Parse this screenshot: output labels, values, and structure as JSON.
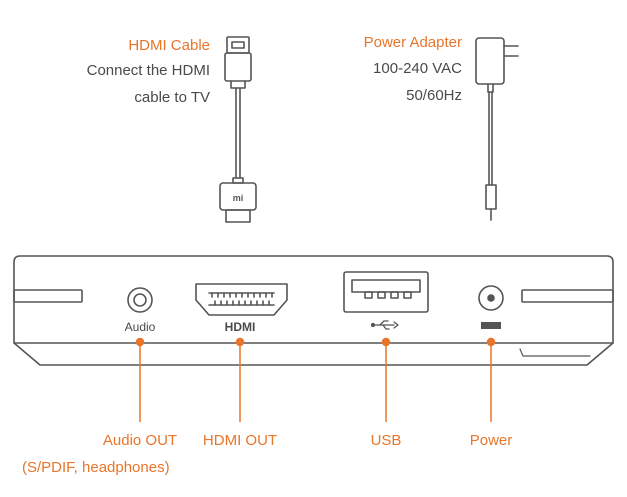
{
  "accessories": {
    "hdmi_cable": {
      "title": "HDMI Cable",
      "desc_line1": "Connect the HDMI",
      "desc_line2": "cable to TV",
      "plug_logo": "mi"
    },
    "power_adapter": {
      "title": "Power Adapter",
      "spec_line1": "100-240 VAC",
      "spec_line2": "50/60Hz"
    }
  },
  "device": {
    "port_labels": {
      "audio": "Audio",
      "hdmi": "HDMI",
      "usb_icon": "usb-icon",
      "power_icon": "dc-power-icon"
    }
  },
  "callouts": {
    "audio_out": "Audio OUT",
    "audio_out_detail": "(S/PDIF, headphones)",
    "hdmi_out": "HDMI OUT",
    "usb": "USB",
    "power": "Power"
  },
  "colors": {
    "accent": "#E8752A",
    "line": "#555555",
    "text": "#4a4a4a"
  }
}
